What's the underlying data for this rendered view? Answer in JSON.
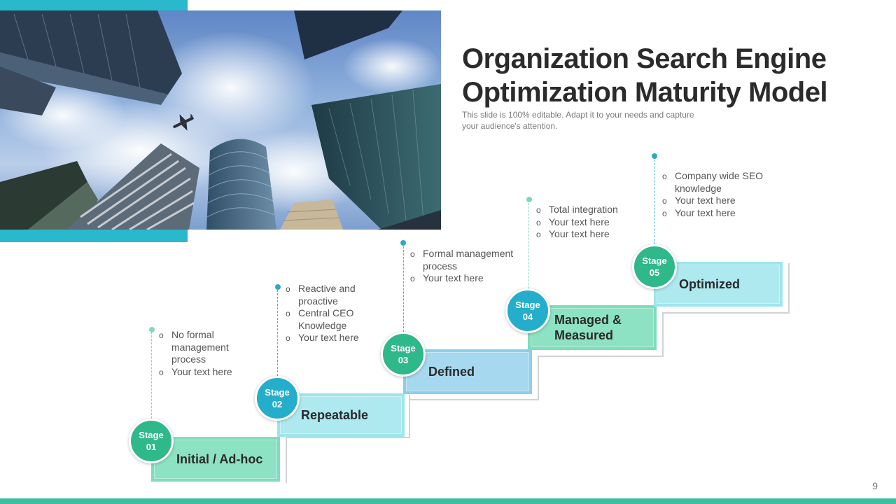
{
  "title": "Organization Search Engine Optimization Maturity Model",
  "subtitle": "This slide is 100% editable. Adapt it to your needs and capture your audience's attention.",
  "page_number": "9",
  "colors": {
    "accent_teal": "#29b8cc",
    "green": "#3cc0a0",
    "stage_green": "#2fb889",
    "stage_teal": "#24aecb"
  },
  "stages": [
    {
      "circle_top": "Stage",
      "circle_num": "01",
      "label": "Initial / Ad-hoc",
      "bullets": [
        "No formal management process",
        "Your text here"
      ]
    },
    {
      "circle_top": "Stage",
      "circle_num": "02",
      "label": "Repeatable",
      "bullets": [
        "Reactive and proactive",
        "Central CEO Knowledge",
        "Your text here"
      ]
    },
    {
      "circle_top": "Stage",
      "circle_num": "03",
      "label": "Defined",
      "bullets": [
        "Formal management process",
        "Your text here"
      ]
    },
    {
      "circle_top": "Stage",
      "circle_num": "04",
      "label": "Managed & Measured",
      "bullets": [
        "Total integration",
        "Your text here",
        "Your text here"
      ]
    },
    {
      "circle_top": "Stage",
      "circle_num": "05",
      "label": "Optimized",
      "bullets": [
        "Company wide SEO knowledge",
        "Your text here",
        "Your text here"
      ]
    }
  ]
}
